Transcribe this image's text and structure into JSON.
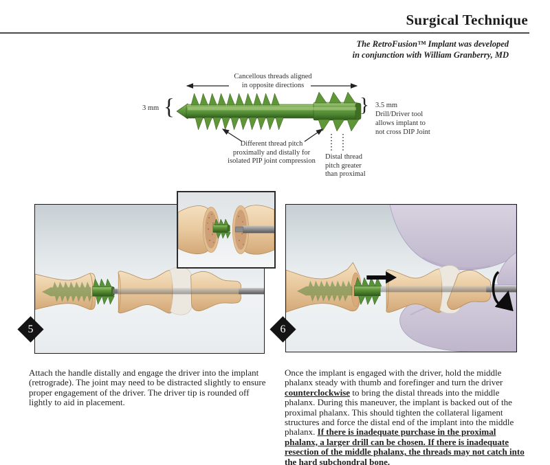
{
  "header": {
    "title": "Surgical Technique",
    "subtitle_line1": "The RetroFusion™ Implant was developed",
    "subtitle_line2": "in conjunction with William Granberry, MD"
  },
  "diagram": {
    "cancellous": {
      "line1": "Cancellous threads aligned",
      "line2": "in opposite directions"
    },
    "proximal_size": "3 mm",
    "distal_note": {
      "line1": "3.5 mm",
      "line2": "Drill/Driver tool",
      "line3": "allows implant to",
      "line4": "not cross DIP Joint"
    },
    "pitch_note": {
      "line1": "Different thread pitch",
      "line2": "proximally and distally for",
      "line3": "isolated PIP joint compression"
    },
    "distal_pitch_note": {
      "line1": "Distal thread",
      "line2": "pitch greater",
      "line3": "than proximal"
    }
  },
  "steps": [
    {
      "number": "5",
      "caption": "Attach the handle distally and engage the driver into the implant (retrograde). The joint may need to be distracted slightly to ensure proper engagement of the driver. The driver tip is rounded off lightly to aid in placement."
    },
    {
      "number": "6",
      "caption_part1": "Once the implant is engaged with the driver, hold the middle phalanx steady with thumb and forefinger and turn the driver ",
      "caption_emphasis1": "counterclockwise",
      "caption_part2": " to bring the distal threads into the middle phalanx. During this maneuver, the implant is backed out of the proximal phalanx. This should tighten the collateral ligament structures and force the distal end of the implant into the middle phalanx. ",
      "caption_emphasis2": "If there is inadequate purchase in the proximal phalanx, a larger drill can be chosen. If there is inadequate resection of the middle phalanx, the threads may not catch into the hard subchondral bone."
    }
  ],
  "colors": {
    "implant_green": "#4f8a33",
    "bone_tan": "#e9c99f",
    "glove_lavender": "#cdc6d6",
    "accent_black": "#141414"
  }
}
